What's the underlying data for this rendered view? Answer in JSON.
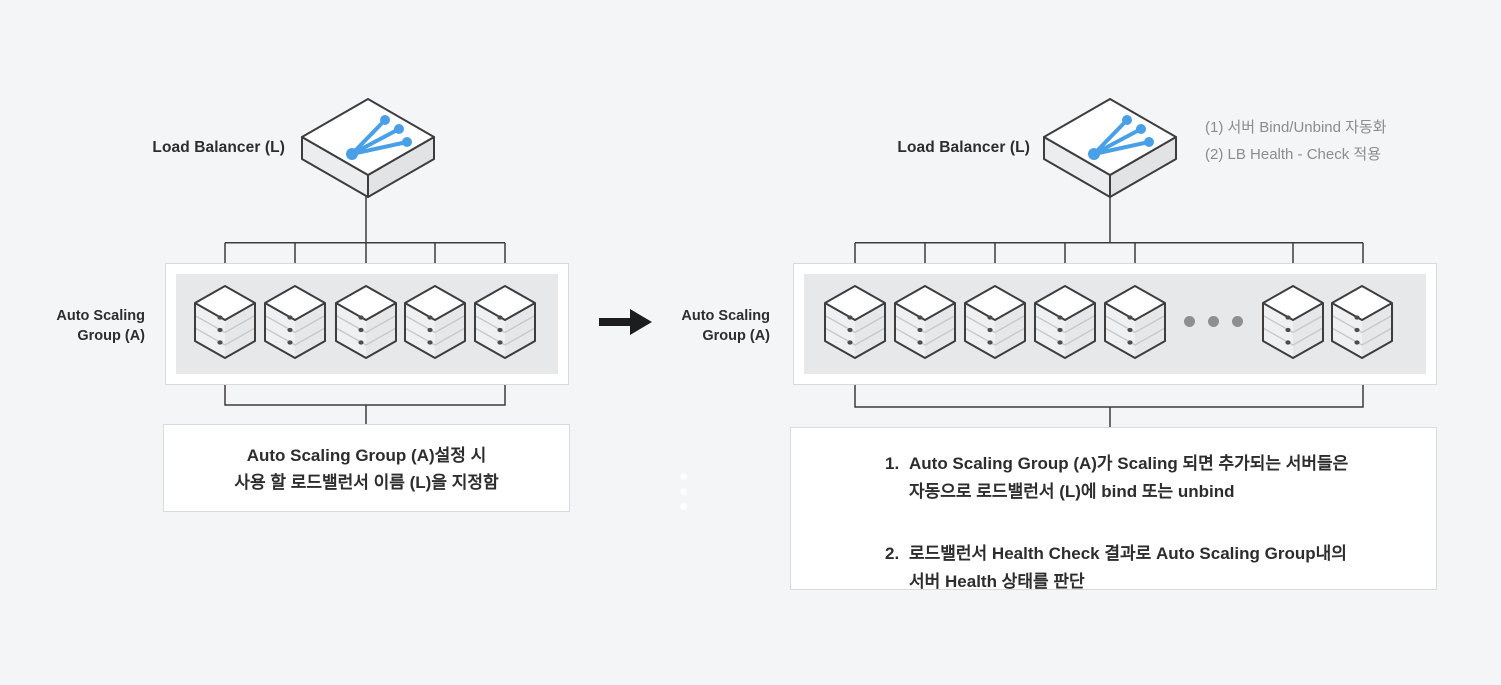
{
  "colors": {
    "background": "#f4f5f7",
    "line": "#3c3c3c",
    "accent-blue": "#49a0e6",
    "box-border": "#d8dade",
    "inner-panel": "#e7e8ea",
    "text-dark": "#2d2d2d",
    "text-gray": "#8c8c8c",
    "arrow": "#1d1d1f",
    "dot-gray": "#8d8f91"
  },
  "left_diagram": {
    "lb_label": "Load Balancer (L)",
    "asg_label": [
      "Auto Scaling",
      "Group (A)"
    ],
    "server_count": 5,
    "note_lines": [
      "Auto Scaling Group (A)설정 시",
      "사용 할 로드밸런서 이름 (L)을 지정함"
    ]
  },
  "right_diagram": {
    "lb_label": "Load Balancer (L)",
    "asg_label": [
      "Auto Scaling",
      "Group (A)"
    ],
    "annotations": [
      "(1) 서버 Bind/Unbind 자동화",
      "(2) LB Health - Check 적용"
    ],
    "server_groups": [
      5,
      2
    ],
    "ellipsis_dot_count": 3,
    "note_items": [
      {
        "num": "1.",
        "lines": [
          "Auto Scaling Group (A)가 Scaling 되면 추가되는 서버들은",
          "자동으로 로드밸런서 (L)에 bind 또는 unbind"
        ]
      },
      {
        "num": "2.",
        "lines": [
          "로드밸런서 Health Check 결과로 Auto Scaling Group내의",
          "서버 Health 상태를 판단"
        ]
      }
    ]
  },
  "icons": {
    "load_balancer": "load-balancer-icon",
    "server": "server-stack-icon",
    "transition": "right-arrow-icon",
    "ellipsis": "more-servers-dots"
  }
}
